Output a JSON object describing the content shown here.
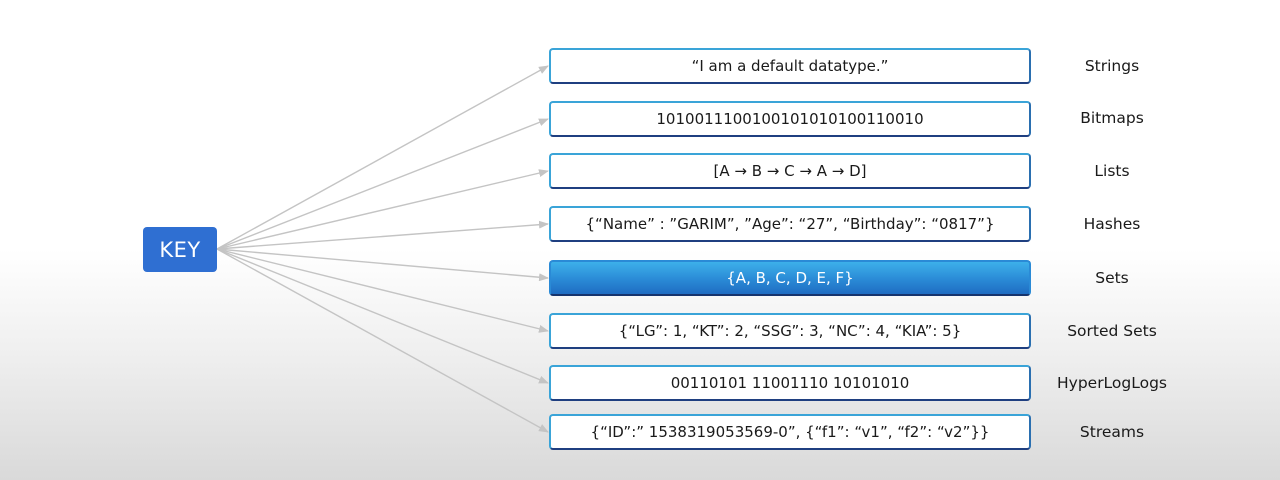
{
  "key": {
    "label": "KEY"
  },
  "datatypes": [
    {
      "value": "“I am a default datatype.”",
      "type": "Strings",
      "highlighted": false
    },
    {
      "value": "1010011100100101010100110010",
      "type": "Bitmaps",
      "highlighted": false
    },
    {
      "value": "[A → B → C → A → D]",
      "type": "Lists",
      "highlighted": false
    },
    {
      "value": "{“Name” : ”GARIM”, ”Age”: “27”, “Birthday”: “0817”}",
      "type": "Hashes",
      "highlighted": false
    },
    {
      "value": "{A, B, C, D, E, F}",
      "type": "Sets",
      "highlighted": true
    },
    {
      "value": "{“LG”: 1, “KT”: 2, “SSG”: 3, “NC”: 4, “KIA”: 5}",
      "type": "Sorted Sets",
      "highlighted": false
    },
    {
      "value": "00110101 11001110 10101010",
      "type": "HyperLogLogs",
      "highlighted": false
    },
    {
      "value": "{“ID”:” 1538319053569-0”, {“f1”: “v1”, “f2”: “v2”}}",
      "type": "Streams",
      "highlighted": false
    }
  ],
  "colors": {
    "key_fill": "#2f6fd2",
    "box_border": "#3aa4d8",
    "highlight_fill": "#2a8ad6",
    "arrow": "#c4c4c4"
  }
}
